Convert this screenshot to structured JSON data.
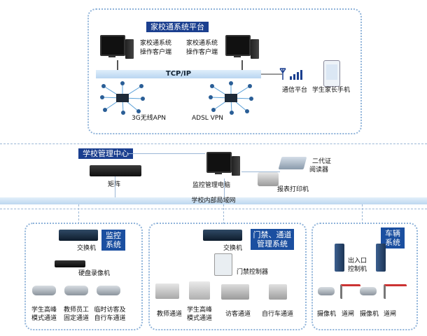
{
  "top_box": {
    "title": "家校通系统平台",
    "client_label": "家校通系统\n操作客户端",
    "client_label_line1": "家校通系统",
    "client_label_line2": "操作客户端",
    "backbone": "TCP/IP",
    "network_left": "3G无线APN",
    "network_right": "ADSL VPN",
    "telecom": "通信平台",
    "phone": "学生家长手机"
  },
  "school_center": {
    "title": "学校管理中心",
    "matrix": "矩阵",
    "monitor_pc": "监控管理电脑",
    "id_reader_line1": "二代证",
    "id_reader_line2": "阅读器",
    "printer": "报表打印机"
  },
  "lan": {
    "label": "学校内部局域网"
  },
  "monitor_sys": {
    "tag_line1": "监控",
    "tag_line2": "系统",
    "switch": "交换机",
    "dvr": "硬盘录像机",
    "cams": [
      {
        "line1": "学生高峰",
        "line2": "模式通道"
      },
      {
        "line1": "教师员工",
        "line2": "固定通道"
      },
      {
        "line1": "临时访客及",
        "line2": "自行车通道"
      }
    ]
  },
  "access_sys": {
    "tag_line1": "门禁、通道",
    "tag_line2": "管理系统",
    "switch": "交换机",
    "controller": "门禁控制器",
    "gates": [
      "教师通道",
      "学生高峰\n模式通道",
      "访客通道",
      "自行车通道"
    ],
    "gate2_line1": "学生高峰",
    "gate2_line2": "模式通道"
  },
  "vehicle_sys": {
    "tag_line1": "车辆",
    "tag_line2": "系统",
    "controller_line1": "出入口",
    "controller_line2": "控制机",
    "items": [
      "摄像机",
      "道闸",
      "摄像机",
      "道闸"
    ]
  },
  "colors": {
    "tag_blue": "#1b3f8f",
    "side_blue": "#1b4fa0",
    "bar_blue": "#cfe3f7",
    "dash": "#8fb3d9"
  }
}
